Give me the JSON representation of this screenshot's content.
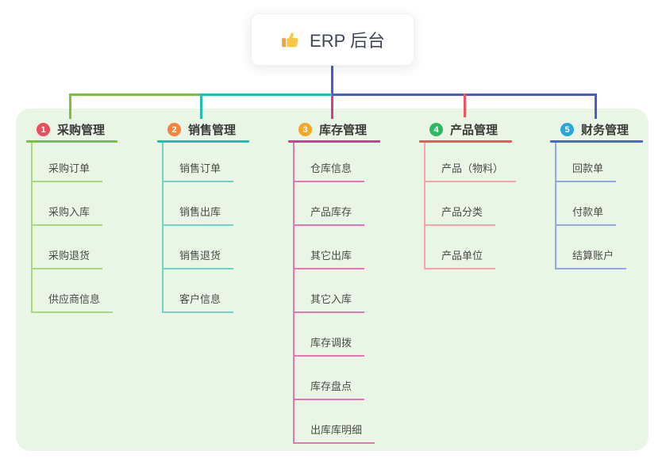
{
  "root": {
    "title": "ERP 后台",
    "icon_name": "thumbs-up-icon",
    "connector_color": "#4a5cc6"
  },
  "panel": {
    "background": "#eaf6e5"
  },
  "branches": [
    {
      "number": "1",
      "label": "采购管理",
      "badge_color": "#ee4d5d",
      "line_color": "#7cbf3f",
      "child_line_color": "#abd77f",
      "children": [
        "采购订单",
        "采购入库",
        "采购退货",
        "供应商信息"
      ]
    },
    {
      "number": "2",
      "label": "销售管理",
      "badge_color": "#f9823e",
      "line_color": "#1fbfae",
      "child_line_color": "#6fd2c4",
      "children": [
        "销售订单",
        "销售出库",
        "销售退货",
        "客户信息"
      ]
    },
    {
      "number": "3",
      "label": "库存管理",
      "badge_color": "#f7a626",
      "line_color": "#d63b94",
      "child_line_color": "#e873b4",
      "children": [
        "仓库信息",
        "产品库存",
        "其它出库",
        "其它入库",
        "库存调拨",
        "库存盘点",
        "出库库明细"
      ]
    },
    {
      "number": "4",
      "label": "产品管理",
      "badge_color": "#2eb863",
      "line_color": "#f0555f",
      "child_line_color": "#f8a3aa",
      "children": [
        "产品（物料）",
        "产品分类",
        "产品单位"
      ]
    },
    {
      "number": "5",
      "label": "财务管理",
      "badge_color": "#29a6dd",
      "line_color": "#4a67c8",
      "child_line_color": "#93a7e6",
      "children": [
        "回款单",
        "付款单",
        "结算账户"
      ]
    }
  ]
}
